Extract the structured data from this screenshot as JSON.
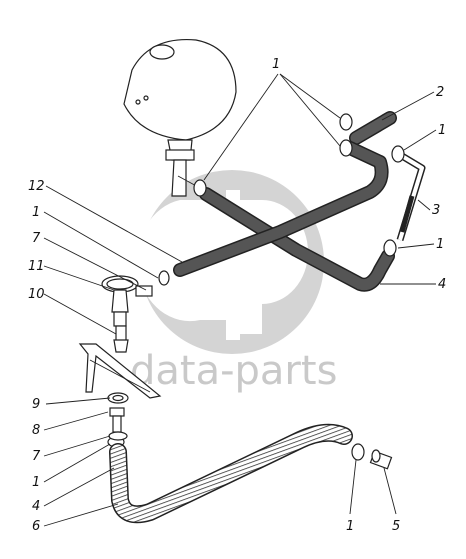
{
  "watermark": {
    "text": "data-parts",
    "color": "#cfcfcf"
  },
  "callouts": [
    {
      "id": "c1a",
      "label": "1"
    },
    {
      "id": "c2",
      "label": "2"
    },
    {
      "id": "c1b",
      "label": "1"
    },
    {
      "id": "c3",
      "label": "3"
    },
    {
      "id": "c1c",
      "label": "1"
    },
    {
      "id": "c4a",
      "label": "4"
    },
    {
      "id": "c12",
      "label": "12"
    },
    {
      "id": "c1d",
      "label": "1"
    },
    {
      "id": "c7a",
      "label": "7"
    },
    {
      "id": "c11",
      "label": "11"
    },
    {
      "id": "c10",
      "label": "10"
    },
    {
      "id": "c9",
      "label": "9"
    },
    {
      "id": "c8",
      "label": "8"
    },
    {
      "id": "c7b",
      "label": "7"
    },
    {
      "id": "c1e",
      "label": "1"
    },
    {
      "id": "c4b",
      "label": "4"
    },
    {
      "id": "c6",
      "label": "6"
    },
    {
      "id": "c1f",
      "label": "1"
    },
    {
      "id": "c5",
      "label": "5"
    }
  ]
}
